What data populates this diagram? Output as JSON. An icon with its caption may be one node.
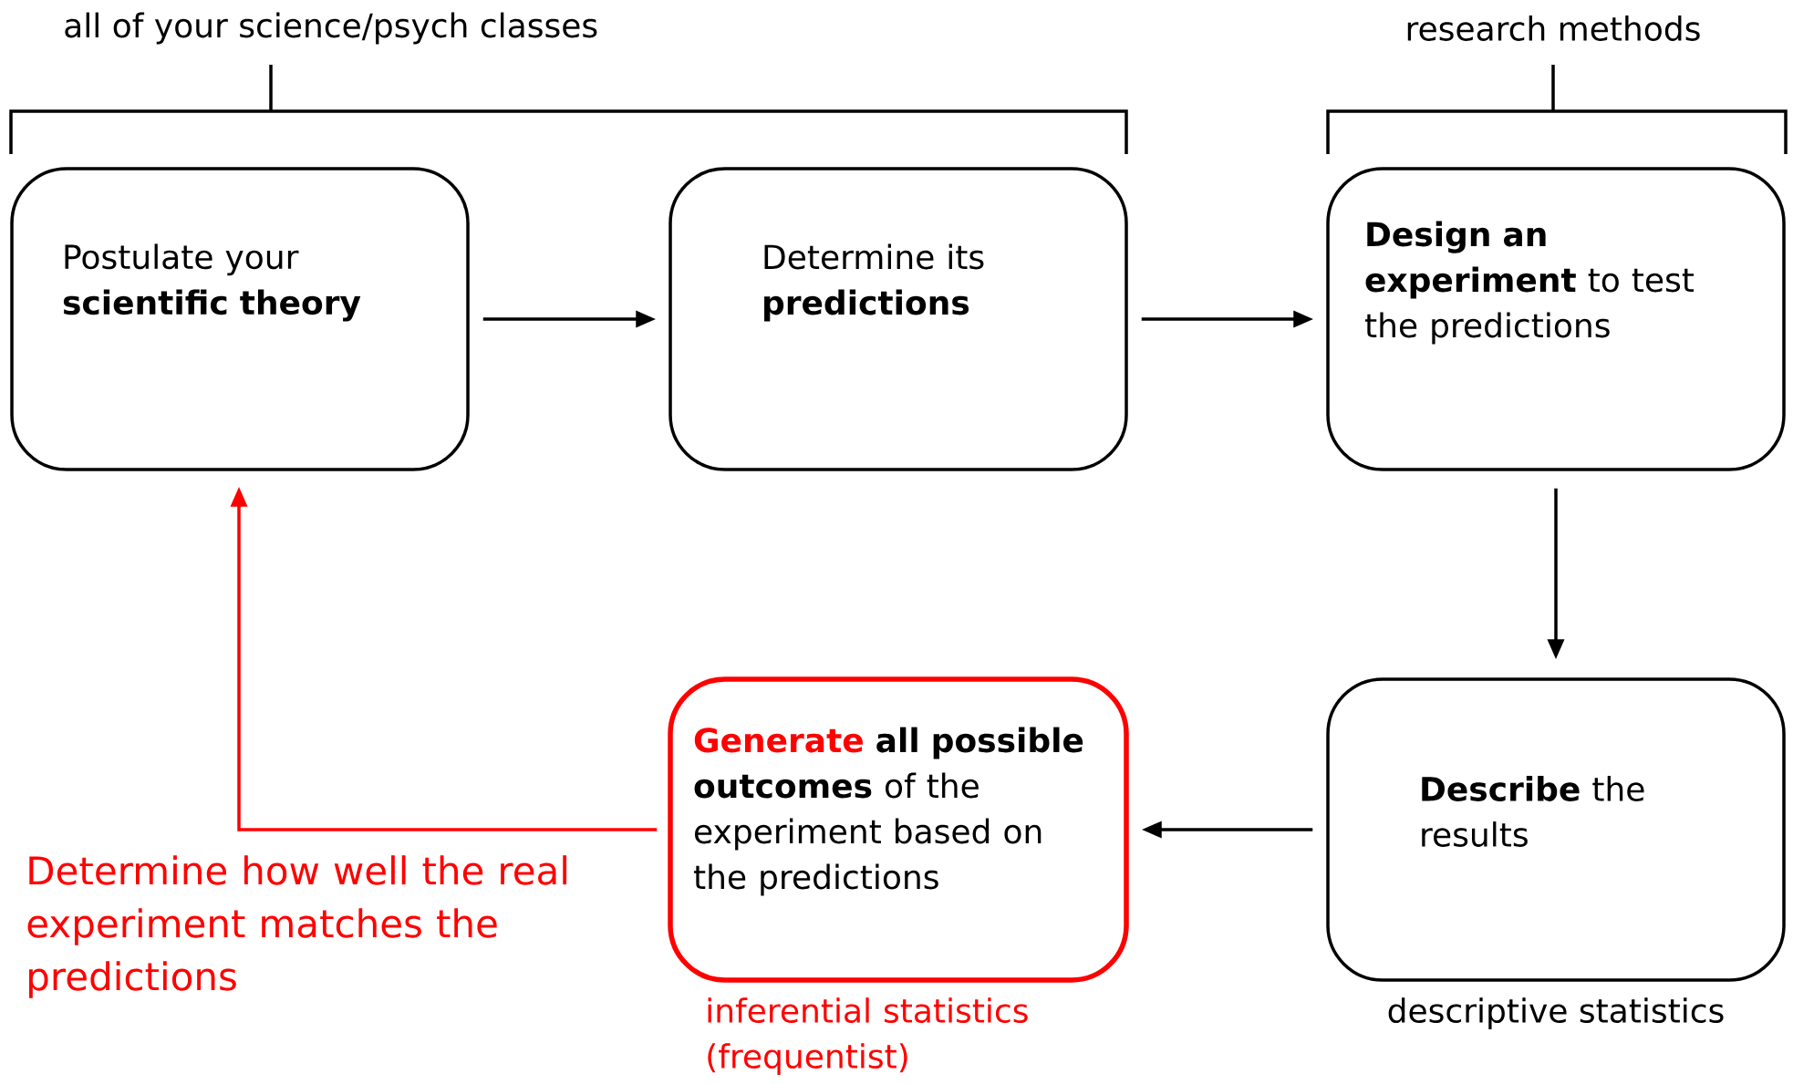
{
  "diagram": {
    "nodes": [
      {
        "text": [
          "Postulate your **scientific theory**"
        ]
      },
      {
        "text": [
          "Determine its **predictions**"
        ]
      },
      {
        "text": [
          "**Design an experiment** to test the predictions"
        ]
      },
      {
        "text": [
          "Generate",
          "**all possible outcomes** of the experiment based on the predictions"
        ],
        "beside": [
          "inferential statistics (frequentist)"
        ]
      },
      {
        "text": [
          "**Describe** the results"
        ],
        "beside": [
          "descriptive statistics"
        ]
      }
    ],
    "edges": [
      {
        "from": 0,
        "to": 1,
        "arrow": "to"
      },
      {
        "from": 1,
        "to": 2,
        "arrow": "to"
      },
      {
        "from": 2,
        "to": 4,
        "arrow": "to"
      },
      {
        "from": 4,
        "to": 3,
        "arrow": "to"
      },
      {
        "from": 3,
        "to": 0,
        "arrow": "to",
        "color": "#ff0000",
        "label": "Determine how well the real experiment matches the predictions"
      }
    ],
    "labels": [
      "all of your science/psych classes",
      "research methods"
    ]
  }
}
